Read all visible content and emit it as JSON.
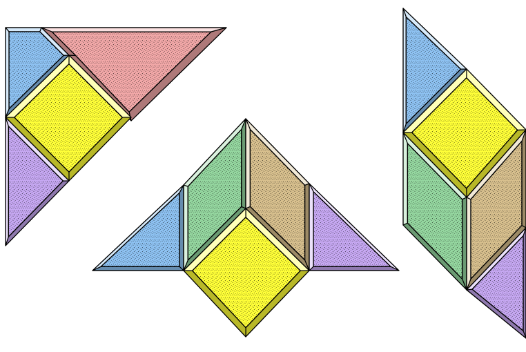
{
  "colors": {
    "blue": "#8EC2F2",
    "pink": "#F2A8A8",
    "yellow": "#FFFF38",
    "purple": "#C6A8F2",
    "green": "#95D7A0",
    "tan": "#D8C08E",
    "orange": "#FFA000"
  },
  "diagram": {
    "figures": [
      {
        "name": "figure-left-large-triangle",
        "pieces": [
          {
            "name": "left-blue-triangle-piece",
            "color": "blue"
          },
          {
            "name": "left-pink-triangle-piece",
            "color": "pink"
          },
          {
            "name": "left-yellow-square-piece",
            "color": "yellow"
          },
          {
            "name": "left-purple-triangle-piece",
            "color": "purple"
          }
        ]
      },
      {
        "name": "figure-center-arrow",
        "pieces": [
          {
            "name": "center-blue-triangle-piece",
            "color": "blue"
          },
          {
            "name": "center-green-parallelogram-piece",
            "color": "green"
          },
          {
            "name": "center-tan-parallelogram-piece",
            "color": "tan"
          },
          {
            "name": "center-purple-triangle-piece",
            "color": "purple"
          },
          {
            "name": "center-yellow-square-piece",
            "color": "yellow"
          }
        ]
      },
      {
        "name": "figure-right-parallelogram",
        "pieces": [
          {
            "name": "right-blue-triangle-piece",
            "color": "blue"
          },
          {
            "name": "right-yellow-square-piece",
            "color": "yellow"
          },
          {
            "name": "right-green-parallelogram-piece",
            "color": "green"
          },
          {
            "name": "right-tan-parallelogram-piece",
            "color": "tan"
          },
          {
            "name": "right-purple-triangle-piece",
            "color": "purple"
          }
        ]
      }
    ]
  }
}
